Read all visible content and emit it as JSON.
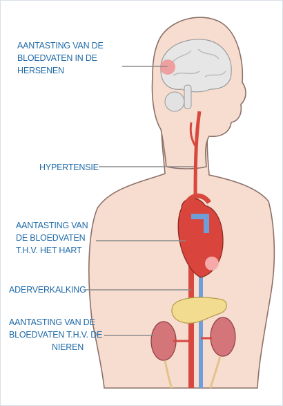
{
  "colors": {
    "label_text": "#1f6aa8",
    "leader_line": "#8a8a8a",
    "skin": "#f6ddd0",
    "skin_outline": "#8c7068",
    "artery": "#d8483f",
    "vein": "#6f9fd8",
    "heart": "#d9453c",
    "kidney": "#d4757a",
    "pancreas": "#f1dc90",
    "brain": "#e6e6e6"
  },
  "labels": {
    "brain": {
      "lines": [
        "AANTASTING VAN DE",
        "BLOEDVATEN IN DE",
        "HERSENEN"
      ]
    },
    "hypertension": {
      "lines": [
        "HYPERTENSIE"
      ]
    },
    "heart": {
      "lines": [
        "AANTASTING VAN",
        "DE BLOEDVATEN",
        "T.H.V. HET HART"
      ]
    },
    "atherosclerosis": {
      "lines": [
        "ADERVERKALKING"
      ]
    },
    "kidneys": {
      "lines": [
        "AANTASTING VAN DE",
        "BLOEDVATEN T.H.V. DE",
        "NIEREN"
      ]
    }
  }
}
